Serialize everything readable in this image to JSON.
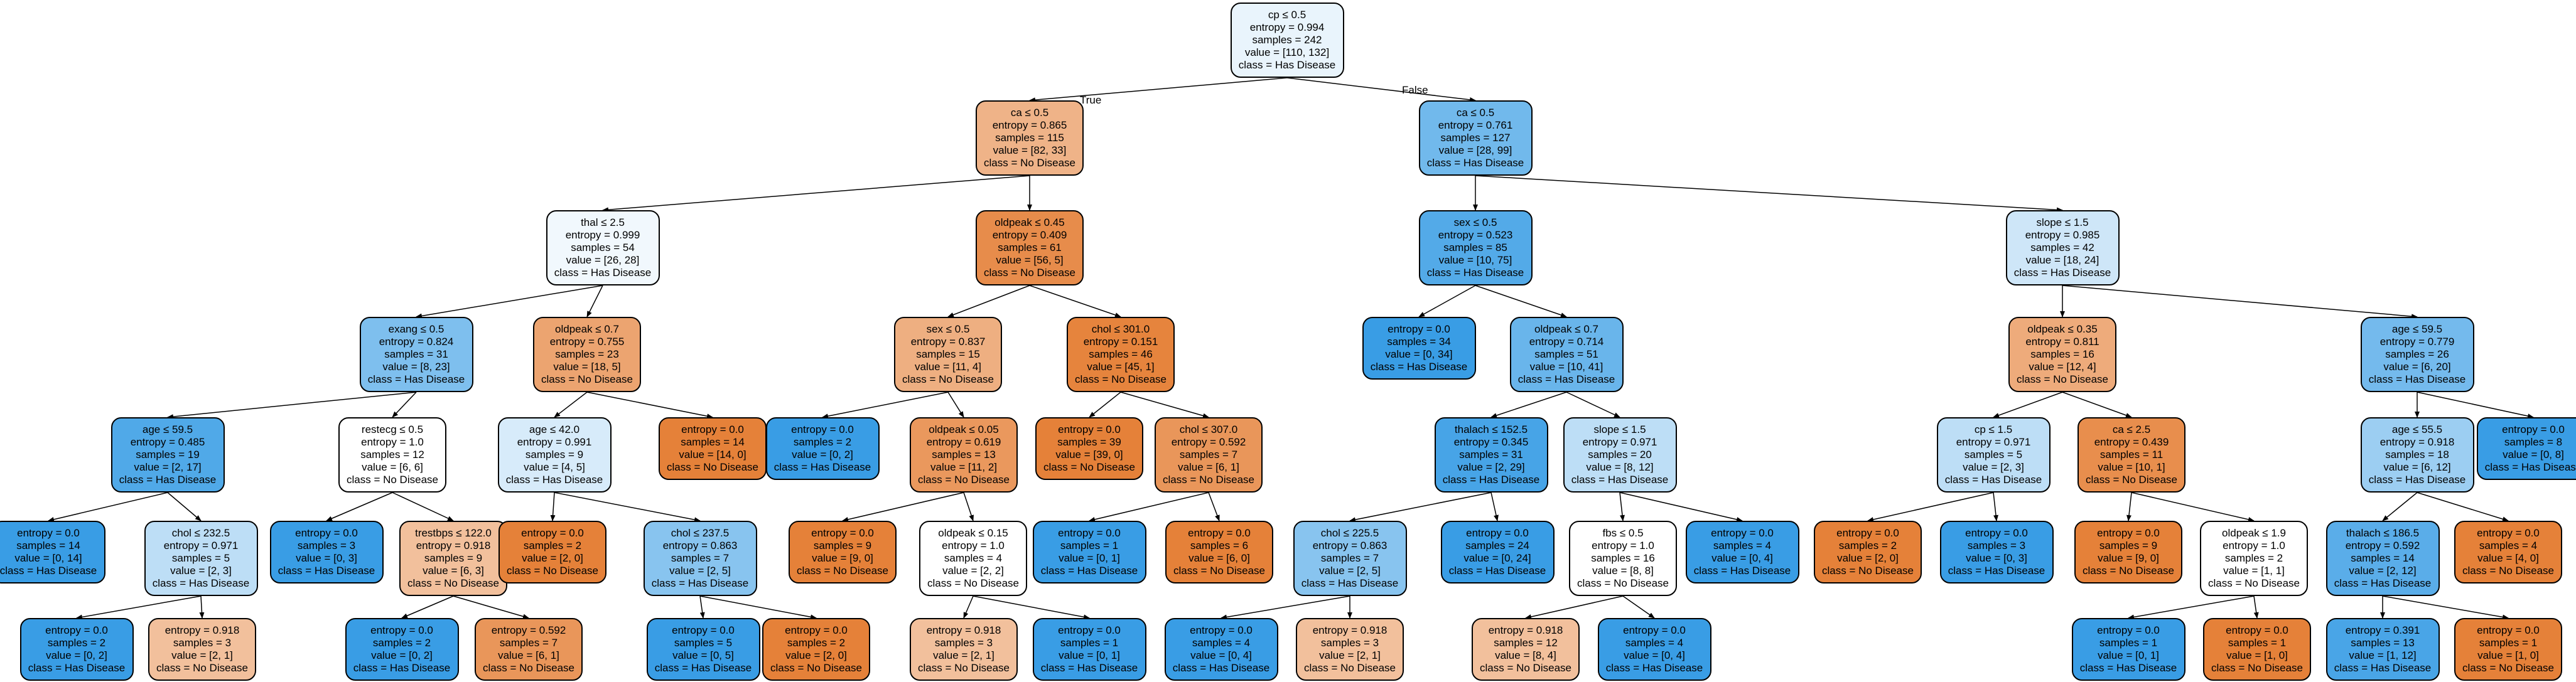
{
  "colors": {
    "orange_strong": "#e58139",
    "orange_mid": "#eb9f68",
    "orange_light": "#f0b68e",
    "blue_strong": "#399de5",
    "blue_mid": "#6eb7ec",
    "blue_light": "#bddef6",
    "blue_pale": "#e9f4fc",
    "white": "#ffffff"
  },
  "edge_labels": {
    "true_label": "True",
    "false_label": "False"
  },
  "nodes": [
    {
      "id": "n0",
      "lines": [
        "cp ≤ 0.5",
        "entropy = 0.994",
        "samples = 242",
        "value = [110, 132]",
        "class = Has Disease"
      ],
      "color": "#e9f4fc"
    },
    {
      "id": "n1",
      "lines": [
        "ca ≤ 0.5",
        "entropy = 0.865",
        "samples = 115",
        "value = [82, 33]",
        "class = No Disease"
      ],
      "color": "#efb388"
    },
    {
      "id": "n2",
      "lines": [
        "thal ≤ 2.5",
        "entropy = 0.999",
        "samples = 54",
        "value = [26, 28]",
        "class = Has Disease"
      ],
      "color": "#f1f8fd"
    },
    {
      "id": "n3",
      "lines": [
        "exang ≤ 0.5",
        "entropy = 0.824",
        "samples = 31",
        "value = [8, 23]",
        "class = Has Disease"
      ],
      "color": "#7ebfee"
    },
    {
      "id": "n4",
      "lines": [
        "age ≤ 59.5",
        "entropy = 0.485",
        "samples = 19",
        "value = [2, 17]",
        "class = Has Disease"
      ],
      "color": "#50a9e8"
    },
    {
      "id": "n5",
      "lines": [
        "entropy = 0.0",
        "samples = 14",
        "value = [0, 14]",
        "class = Has Disease"
      ],
      "color": "#399de5"
    },
    {
      "id": "n6",
      "lines": [
        "chol ≤ 232.5",
        "entropy = 0.971",
        "samples = 5",
        "value = [2, 3]",
        "class = Has Disease"
      ],
      "color": "#bddef6"
    },
    {
      "id": "n7",
      "lines": [
        "entropy = 0.0",
        "samples = 2",
        "value = [0, 2]",
        "class = Has Disease"
      ],
      "color": "#399de5"
    },
    {
      "id": "n8",
      "lines": [
        "entropy = 0.918",
        "samples = 3",
        "value = [2, 1]",
        "class = No Disease"
      ],
      "color": "#f2c09c"
    },
    {
      "id": "n9",
      "lines": [
        "restecg ≤ 0.5",
        "entropy = 1.0",
        "samples = 12",
        "value = [6, 6]",
        "class = No Disease"
      ],
      "color": "#ffffff"
    },
    {
      "id": "n10",
      "lines": [
        "entropy = 0.0",
        "samples = 3",
        "value = [0, 3]",
        "class = Has Disease"
      ],
      "color": "#399de5"
    },
    {
      "id": "n11",
      "lines": [
        "trestbps ≤ 122.0",
        "entropy = 0.918",
        "samples = 9",
        "value = [6, 3]",
        "class = No Disease"
      ],
      "color": "#f2c09c"
    },
    {
      "id": "n12",
      "lines": [
        "entropy = 0.0",
        "samples = 2",
        "value = [0, 2]",
        "class = Has Disease"
      ],
      "color": "#399de5"
    },
    {
      "id": "n13",
      "lines": [
        "entropy = 0.592",
        "samples = 7",
        "value = [6, 1]",
        "class = No Disease"
      ],
      "color": "#e9965a"
    },
    {
      "id": "n14",
      "lines": [
        "oldpeak ≤ 0.7",
        "entropy = 0.755",
        "samples = 23",
        "value = [18, 5]",
        "class = No Disease"
      ],
      "color": "#eca470"
    },
    {
      "id": "n15",
      "lines": [
        "age ≤ 42.0",
        "entropy = 0.991",
        "samples = 9",
        "value = [4, 5]",
        "class = Has Disease"
      ],
      "color": "#d7ebfa"
    },
    {
      "id": "n16",
      "lines": [
        "entropy = 0.0",
        "samples = 2",
        "value = [2, 0]",
        "class = No Disease"
      ],
      "color": "#e58139"
    },
    {
      "id": "n17",
      "lines": [
        "chol ≤ 237.5",
        "entropy = 0.863",
        "samples = 7",
        "value = [2, 5]",
        "class = Has Disease"
      ],
      "color": "#88c4ef"
    },
    {
      "id": "n18",
      "lines": [
        "entropy = 0.0",
        "samples = 5",
        "value = [0, 5]",
        "class = Has Disease"
      ],
      "color": "#399de5"
    },
    {
      "id": "n19",
      "lines": [
        "entropy = 0.0",
        "samples = 2",
        "value = [2, 0]",
        "class = No Disease"
      ],
      "color": "#e58139"
    },
    {
      "id": "n20",
      "lines": [
        "entropy = 0.0",
        "samples = 14",
        "value = [14, 0]",
        "class = No Disease"
      ],
      "color": "#e58139"
    },
    {
      "id": "n21",
      "lines": [
        "oldpeak ≤ 0.45",
        "entropy = 0.409",
        "samples = 61",
        "value = [56, 5]",
        "class = No Disease"
      ],
      "color": "#e78c4b"
    },
    {
      "id": "n22",
      "lines": [
        "sex ≤ 0.5",
        "entropy = 0.837",
        "samples = 15",
        "value = [11, 4]",
        "class = No Disease"
      ],
      "color": "#eeaf81"
    },
    {
      "id": "n23",
      "lines": [
        "entropy = 0.0",
        "samples = 2",
        "value = [0, 2]",
        "class = Has Disease"
      ],
      "color": "#399de5"
    },
    {
      "id": "n24",
      "lines": [
        "oldpeak ≤ 0.05",
        "entropy = 0.619",
        "samples = 13",
        "value = [11, 2]",
        "class = No Disease"
      ],
      "color": "#ea985d"
    },
    {
      "id": "n25",
      "lines": [
        "entropy = 0.0",
        "samples = 9",
        "value = [9, 0]",
        "class = No Disease"
      ],
      "color": "#e58139"
    },
    {
      "id": "n26",
      "lines": [
        "oldpeak ≤ 0.15",
        "entropy = 1.0",
        "samples = 4",
        "value = [2, 2]",
        "class = No Disease"
      ],
      "color": "#ffffff"
    },
    {
      "id": "n27",
      "lines": [
        "entropy = 0.918",
        "samples = 3",
        "value = [2, 1]",
        "class = No Disease"
      ],
      "color": "#f2c09c"
    },
    {
      "id": "n28",
      "lines": [
        "entropy = 0.0",
        "samples = 1",
        "value = [0, 1]",
        "class = Has Disease"
      ],
      "color": "#399de5"
    },
    {
      "id": "n29",
      "lines": [
        "chol ≤ 301.0",
        "entropy = 0.151",
        "samples = 46",
        "value = [45, 1]",
        "class = No Disease"
      ],
      "color": "#e6843d"
    },
    {
      "id": "n30",
      "lines": [
        "entropy = 0.0",
        "samples = 39",
        "value = [39, 0]",
        "class = No Disease"
      ],
      "color": "#e58139"
    },
    {
      "id": "n31",
      "lines": [
        "chol ≤ 307.0",
        "entropy = 0.592",
        "samples = 7",
        "value = [6, 1]",
        "class = No Disease"
      ],
      "color": "#e9965a"
    },
    {
      "id": "n32",
      "lines": [
        "entropy = 0.0",
        "samples = 1",
        "value = [0, 1]",
        "class = Has Disease"
      ],
      "color": "#399de5"
    },
    {
      "id": "n33",
      "lines": [
        "entropy = 0.0",
        "samples = 6",
        "value = [6, 0]",
        "class = No Disease"
      ],
      "color": "#e58139"
    },
    {
      "id": "n34",
      "lines": [
        "ca ≤ 0.5",
        "entropy = 0.761",
        "samples = 127",
        "value = [28, 99]",
        "class = Has Disease"
      ],
      "color": "#71b9ec"
    },
    {
      "id": "n35",
      "lines": [
        "sex ≤ 0.5",
        "entropy = 0.523",
        "samples = 85",
        "value = [10, 75]",
        "class = Has Disease"
      ],
      "color": "#53aae8"
    },
    {
      "id": "n36",
      "lines": [
        "entropy = 0.0",
        "samples = 34",
        "value = [0, 34]",
        "class = Has Disease"
      ],
      "color": "#399de5"
    },
    {
      "id": "n37",
      "lines": [
        "oldpeak ≤ 0.7",
        "entropy = 0.714",
        "samples = 51",
        "value = [10, 41]",
        "class = Has Disease"
      ],
      "color": "#69b5eb"
    },
    {
      "id": "n38",
      "lines": [
        "thalach ≤ 152.5",
        "entropy = 0.345",
        "samples = 31",
        "value = [2, 29]",
        "class = Has Disease"
      ],
      "color": "#47a4e7"
    },
    {
      "id": "n39",
      "lines": [
        "chol ≤ 225.5",
        "entropy = 0.863",
        "samples = 7",
        "value = [2, 5]",
        "class = Has Disease"
      ],
      "color": "#88c4ef"
    },
    {
      "id": "n40",
      "lines": [
        "entropy = 0.0",
        "samples = 4",
        "value = [0, 4]",
        "class = Has Disease"
      ],
      "color": "#399de5"
    },
    {
      "id": "n41",
      "lines": [
        "entropy = 0.918",
        "samples = 3",
        "value = [2, 1]",
        "class = No Disease"
      ],
      "color": "#f2c09c"
    },
    {
      "id": "n42",
      "lines": [
        "entropy = 0.0",
        "samples = 24",
        "value = [0, 24]",
        "class = Has Disease"
      ],
      "color": "#399de5"
    },
    {
      "id": "n43",
      "lines": [
        "slope ≤ 1.5",
        "entropy = 0.971",
        "samples = 20",
        "value = [8, 12]",
        "class = Has Disease"
      ],
      "color": "#bddef6"
    },
    {
      "id": "n44",
      "lines": [
        "fbs ≤ 0.5",
        "entropy = 1.0",
        "samples = 16",
        "value = [8, 8]",
        "class = No Disease"
      ],
      "color": "#ffffff"
    },
    {
      "id": "n45",
      "lines": [
        "entropy = 0.918",
        "samples = 12",
        "value = [8, 4]",
        "class = No Disease"
      ],
      "color": "#f2c09c"
    },
    {
      "id": "n46",
      "lines": [
        "entropy = 0.0",
        "samples = 4",
        "value = [0, 4]",
        "class = Has Disease"
      ],
      "color": "#399de5"
    },
    {
      "id": "n47",
      "lines": [
        "entropy = 0.0",
        "samples = 4",
        "value = [0, 4]",
        "class = Has Disease"
      ],
      "color": "#399de5"
    },
    {
      "id": "n48",
      "lines": [
        "slope ≤ 1.5",
        "entropy = 0.985",
        "samples = 42",
        "value = [18, 24]",
        "class = Has Disease"
      ],
      "color": "#cee6f8"
    },
    {
      "id": "n49",
      "lines": [
        "oldpeak ≤ 0.35",
        "entropy = 0.811",
        "samples = 16",
        "value = [12, 4]",
        "class = No Disease"
      ],
      "color": "#eeab7b"
    },
    {
      "id": "n50",
      "lines": [
        "cp ≤ 1.5",
        "entropy = 0.971",
        "samples = 5",
        "value = [2, 3]",
        "class = Has Disease"
      ],
      "color": "#bddef6"
    },
    {
      "id": "n51",
      "lines": [
        "entropy = 0.0",
        "samples = 2",
        "value = [2, 0]",
        "class = No Disease"
      ],
      "color": "#e58139"
    },
    {
      "id": "n52",
      "lines": [
        "entropy = 0.0",
        "samples = 3",
        "value = [0, 3]",
        "class = Has Disease"
      ],
      "color": "#399de5"
    },
    {
      "id": "n53",
      "lines": [
        "ca ≤ 2.5",
        "entropy = 0.439",
        "samples = 11",
        "value = [10, 1]",
        "class = No Disease"
      ],
      "color": "#e88e4d"
    },
    {
      "id": "n54",
      "lines": [
        "entropy = 0.0",
        "samples = 9",
        "value = [9, 0]",
        "class = No Disease"
      ],
      "color": "#e58139"
    },
    {
      "id": "n55",
      "lines": [
        "oldpeak ≤ 1.9",
        "entropy = 1.0",
        "samples = 2",
        "value = [1, 1]",
        "class = No Disease"
      ],
      "color": "#ffffff"
    },
    {
      "id": "n56",
      "lines": [
        "entropy = 0.0",
        "samples = 1",
        "value = [0, 1]",
        "class = Has Disease"
      ],
      "color": "#399de5"
    },
    {
      "id": "n57",
      "lines": [
        "entropy = 0.0",
        "samples = 1",
        "value = [1, 0]",
        "class = No Disease"
      ],
      "color": "#e58139"
    },
    {
      "id": "n58",
      "lines": [
        "age ≤ 59.5",
        "entropy = 0.779",
        "samples = 26",
        "value = [6, 20]",
        "class = Has Disease"
      ],
      "color": "#74baed"
    },
    {
      "id": "n59",
      "lines": [
        "age ≤ 55.5",
        "entropy = 0.918",
        "samples = 18",
        "value = [6, 12]",
        "class = Has Disease"
      ],
      "color": "#9ccef2"
    },
    {
      "id": "n60",
      "lines": [
        "thalach ≤ 186.5",
        "entropy = 0.592",
        "samples = 14",
        "value = [2, 12]",
        "class = Has Disease"
      ],
      "color": "#5aade9"
    },
    {
      "id": "n61",
      "lines": [
        "entropy = 0.391",
        "samples = 13",
        "value = [1, 12]",
        "class = Has Disease"
      ],
      "color": "#49a5e7"
    },
    {
      "id": "n62",
      "lines": [
        "entropy = 0.0",
        "samples = 1",
        "value = [1, 0]",
        "class = No Disease"
      ],
      "color": "#e58139"
    },
    {
      "id": "n63",
      "lines": [
        "entropy = 0.0",
        "samples = 4",
        "value = [4, 0]",
        "class = No Disease"
      ],
      "color": "#e58139"
    },
    {
      "id": "n64",
      "lines": [
        "entropy = 0.0",
        "samples = 8",
        "value = [0, 8]",
        "class = Has Disease"
      ],
      "color": "#399de5"
    }
  ],
  "edges": [
    [
      "n0",
      "n1"
    ],
    [
      "n0",
      "n34"
    ],
    [
      "n1",
      "n2"
    ],
    [
      "n1",
      "n21"
    ],
    [
      "n2",
      "n3"
    ],
    [
      "n2",
      "n14"
    ],
    [
      "n3",
      "n4"
    ],
    [
      "n3",
      "n9"
    ],
    [
      "n4",
      "n5"
    ],
    [
      "n4",
      "n6"
    ],
    [
      "n6",
      "n7"
    ],
    [
      "n6",
      "n8"
    ],
    [
      "n9",
      "n10"
    ],
    [
      "n9",
      "n11"
    ],
    [
      "n11",
      "n12"
    ],
    [
      "n11",
      "n13"
    ],
    [
      "n14",
      "n15"
    ],
    [
      "n14",
      "n20"
    ],
    [
      "n15",
      "n16"
    ],
    [
      "n15",
      "n17"
    ],
    [
      "n17",
      "n18"
    ],
    [
      "n17",
      "n19"
    ],
    [
      "n21",
      "n22"
    ],
    [
      "n21",
      "n29"
    ],
    [
      "n22",
      "n23"
    ],
    [
      "n22",
      "n24"
    ],
    [
      "n24",
      "n25"
    ],
    [
      "n24",
      "n26"
    ],
    [
      "n26",
      "n27"
    ],
    [
      "n26",
      "n28"
    ],
    [
      "n29",
      "n30"
    ],
    [
      "n29",
      "n31"
    ],
    [
      "n31",
      "n32"
    ],
    [
      "n31",
      "n33"
    ],
    [
      "n34",
      "n35"
    ],
    [
      "n34",
      "n48"
    ],
    [
      "n35",
      "n36"
    ],
    [
      "n35",
      "n37"
    ],
    [
      "n37",
      "n38"
    ],
    [
      "n37",
      "n43"
    ],
    [
      "n38",
      "n39"
    ],
    [
      "n38",
      "n42"
    ],
    [
      "n39",
      "n40"
    ],
    [
      "n39",
      "n41"
    ],
    [
      "n43",
      "n44"
    ],
    [
      "n43",
      "n47"
    ],
    [
      "n44",
      "n45"
    ],
    [
      "n44",
      "n46"
    ],
    [
      "n48",
      "n49"
    ],
    [
      "n48",
      "n58"
    ],
    [
      "n49",
      "n50"
    ],
    [
      "n49",
      "n53"
    ],
    [
      "n50",
      "n51"
    ],
    [
      "n50",
      "n52"
    ],
    [
      "n53",
      "n54"
    ],
    [
      "n53",
      "n55"
    ],
    [
      "n55",
      "n56"
    ],
    [
      "n55",
      "n57"
    ],
    [
      "n58",
      "n59"
    ],
    [
      "n58",
      "n64"
    ],
    [
      "n59",
      "n60"
    ],
    [
      "n59",
      "n63"
    ],
    [
      "n60",
      "n61"
    ],
    [
      "n60",
      "n62"
    ]
  ]
}
